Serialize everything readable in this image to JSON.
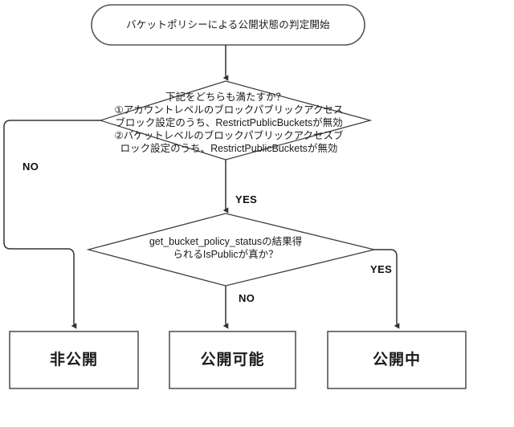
{
  "diagram": {
    "title_node": {
      "id": "start",
      "shape": "stadium",
      "text": "バケットポリシーによる公開状態の判定開始"
    },
    "decisions": [
      {
        "id": "decision-restrict-public-buckets",
        "shape": "diamond",
        "lines": [
          "下記をどちらも満たすか？",
          "①アカウントレベルのブロックパブリックアクセス",
          "ブロック設定のうち、RestrictPublicBucketsが無効",
          "②バケットレベルのブロックパブリックアクセスブ",
          "ロック設定のうち、RestrictPublicBucketsが無効"
        ]
      },
      {
        "id": "decision-ispublic",
        "shape": "diamond",
        "lines": [
          "get_bucket_policy_statusの結果得",
          "られるIsPublicが真か？"
        ]
      }
    ],
    "results": [
      {
        "id": "result-private",
        "text": "非公開"
      },
      {
        "id": "result-publishable",
        "text": "公開可能"
      },
      {
        "id": "result-public",
        "text": "公開中"
      }
    ],
    "edge_labels": {
      "decision1_no": "NO",
      "decision1_yes": "YES",
      "decision2_no": "NO",
      "decision2_yes": "YES"
    },
    "colors": {
      "stroke": "#555555",
      "diamond_stroke": "#3f3f3f",
      "arrow": "#333333",
      "text": "#1a1a1a",
      "background": "#ffffff"
    }
  }
}
